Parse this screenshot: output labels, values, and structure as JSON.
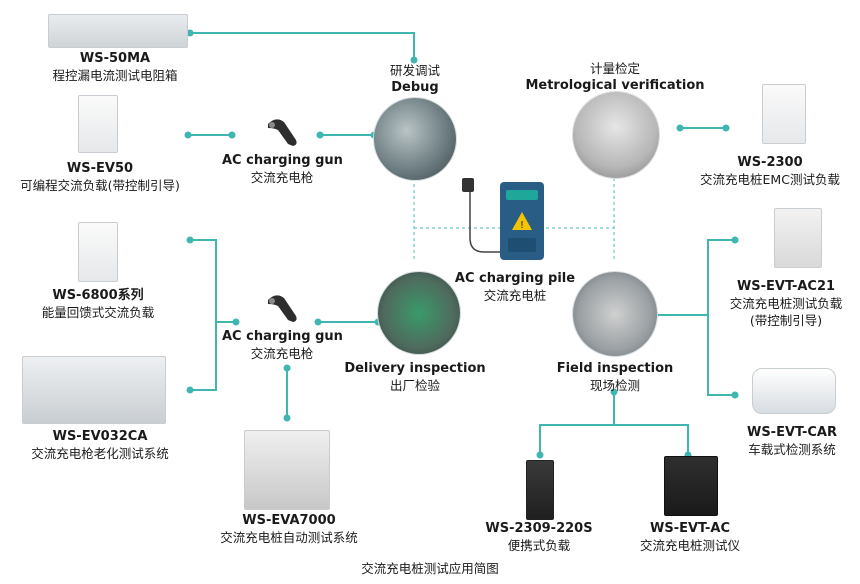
{
  "footer": {
    "caption": "交流充电桩测试应用简图"
  },
  "hubs": {
    "debug": {
      "zh": "研发调试",
      "en": "Debug"
    },
    "metrology": {
      "zh": "计量检定",
      "en": "Metrological verification"
    },
    "delivery": {
      "en": "Delivery inspection",
      "zh": "出厂检验"
    },
    "field": {
      "en": "Field inspection",
      "zh": "现场检测"
    },
    "pile": {
      "en": "AC charging pile",
      "zh": "交流充电桩"
    }
  },
  "guns": {
    "top": {
      "en": "AC charging gun",
      "zh": "交流充电枪"
    },
    "bottom": {
      "en": "AC charging gun",
      "zh": "交流充电枪"
    }
  },
  "devices": {
    "ws50ma": {
      "model": "WS-50MA",
      "desc": "程控漏电流测试电阻箱"
    },
    "wsev50": {
      "model": "WS-EV50",
      "desc": "可编程交流负载(带控制引导)"
    },
    "ws6800": {
      "model": "WS-6800系列",
      "desc": "能量回馈式交流负载"
    },
    "wsev032ca": {
      "model": "WS-EV032CA",
      "desc": "交流充电枪老化测试系统"
    },
    "wseva7000": {
      "model": "WS-EVA7000",
      "desc": "交流充电桩自动测试系统"
    },
    "ws2300": {
      "model": "WS-2300",
      "desc": "交流充电桩EMC测试负载"
    },
    "wsevtac21": {
      "model": "WS-EVT-AC21",
      "desc": "交流充电桩测试负载",
      "desc2": "(带控制引导)"
    },
    "wsevtcar": {
      "model": "WS-EVT-CAR",
      "desc": "车载式检测系统"
    },
    "ws2309": {
      "model": "WS-2309-220S",
      "desc": "便携式负载"
    },
    "wsevtac": {
      "model": "WS-EVT-AC",
      "desc": "交流充电桩测试仪"
    }
  },
  "colors": {
    "connector": "#3fb6b0",
    "dashed": "#6cc8c4",
    "pile": "#2a5d86",
    "pile_panel": "#1fa89a",
    "warning": "#f5c400"
  }
}
